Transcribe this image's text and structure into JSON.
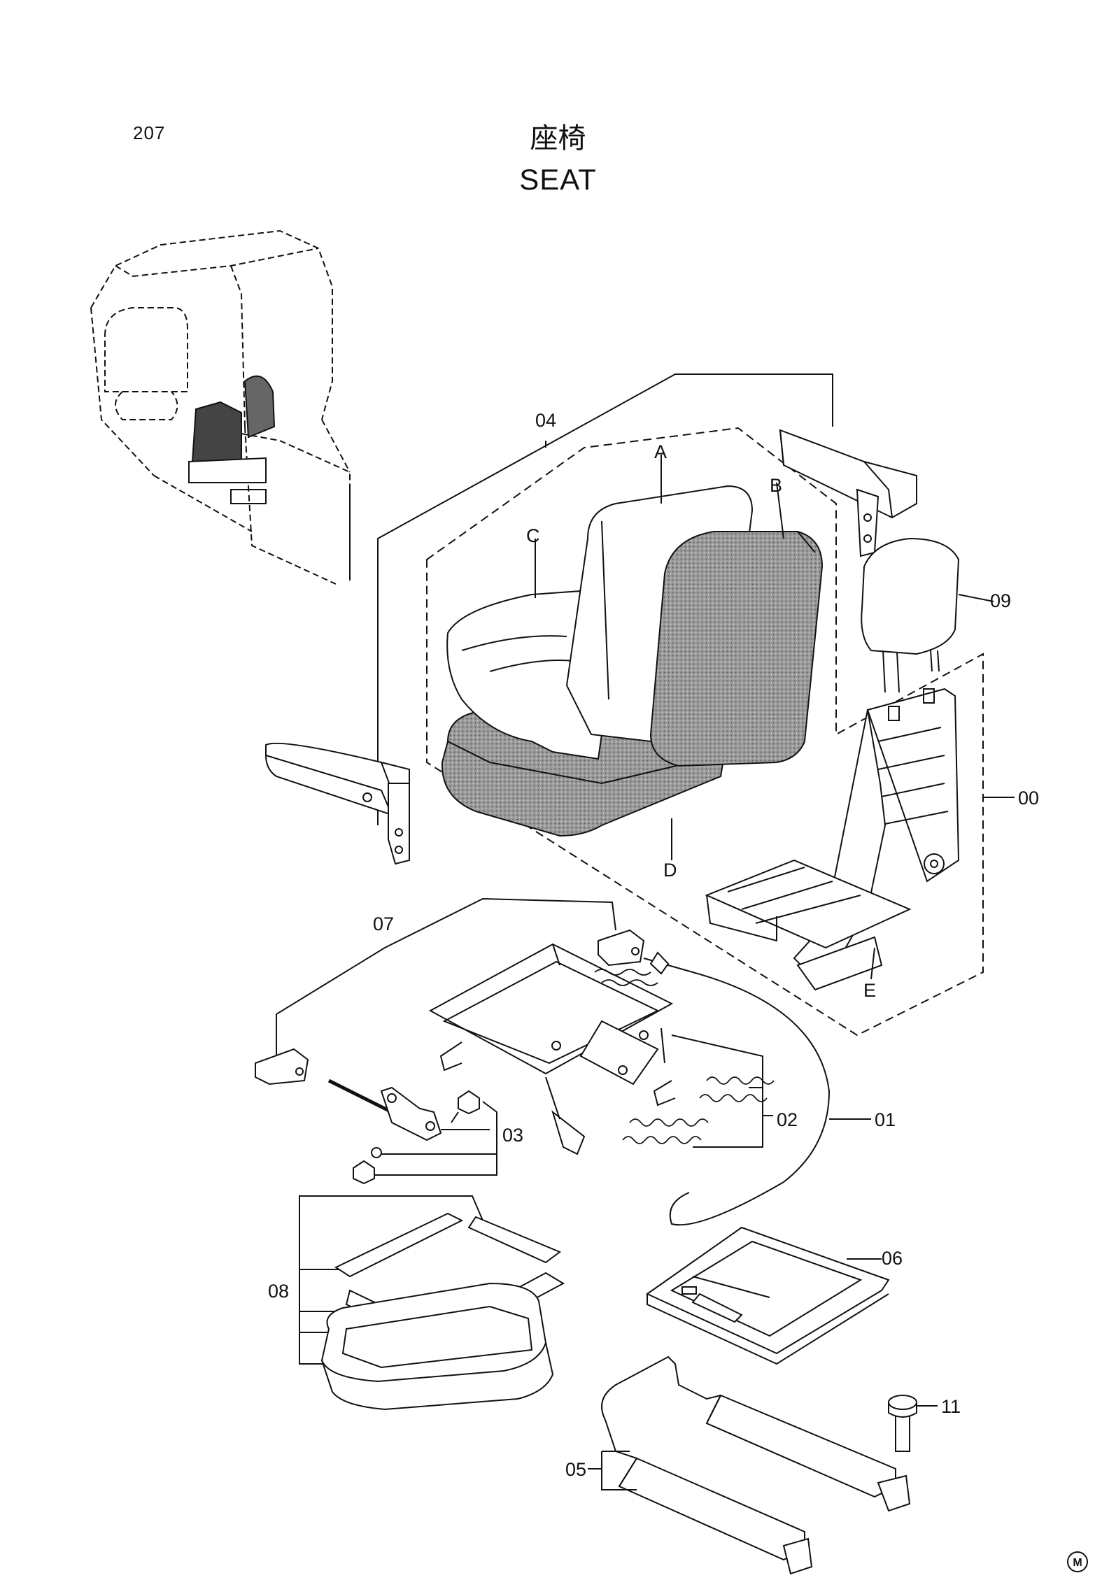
{
  "page_number": "207",
  "title_jp": "座椅",
  "title_en": "SEAT",
  "part_labels": {
    "p00": "00",
    "p01": "01",
    "p02": "02",
    "p03": "03",
    "p04": "04",
    "p05": "05",
    "p06": "06",
    "p07": "07",
    "p08": "08",
    "p09": "09",
    "p11": "11"
  },
  "sub_labels": {
    "a": "A",
    "b": "B",
    "c": "C",
    "d": "D",
    "e": "E"
  },
  "corner_mark": "M"
}
